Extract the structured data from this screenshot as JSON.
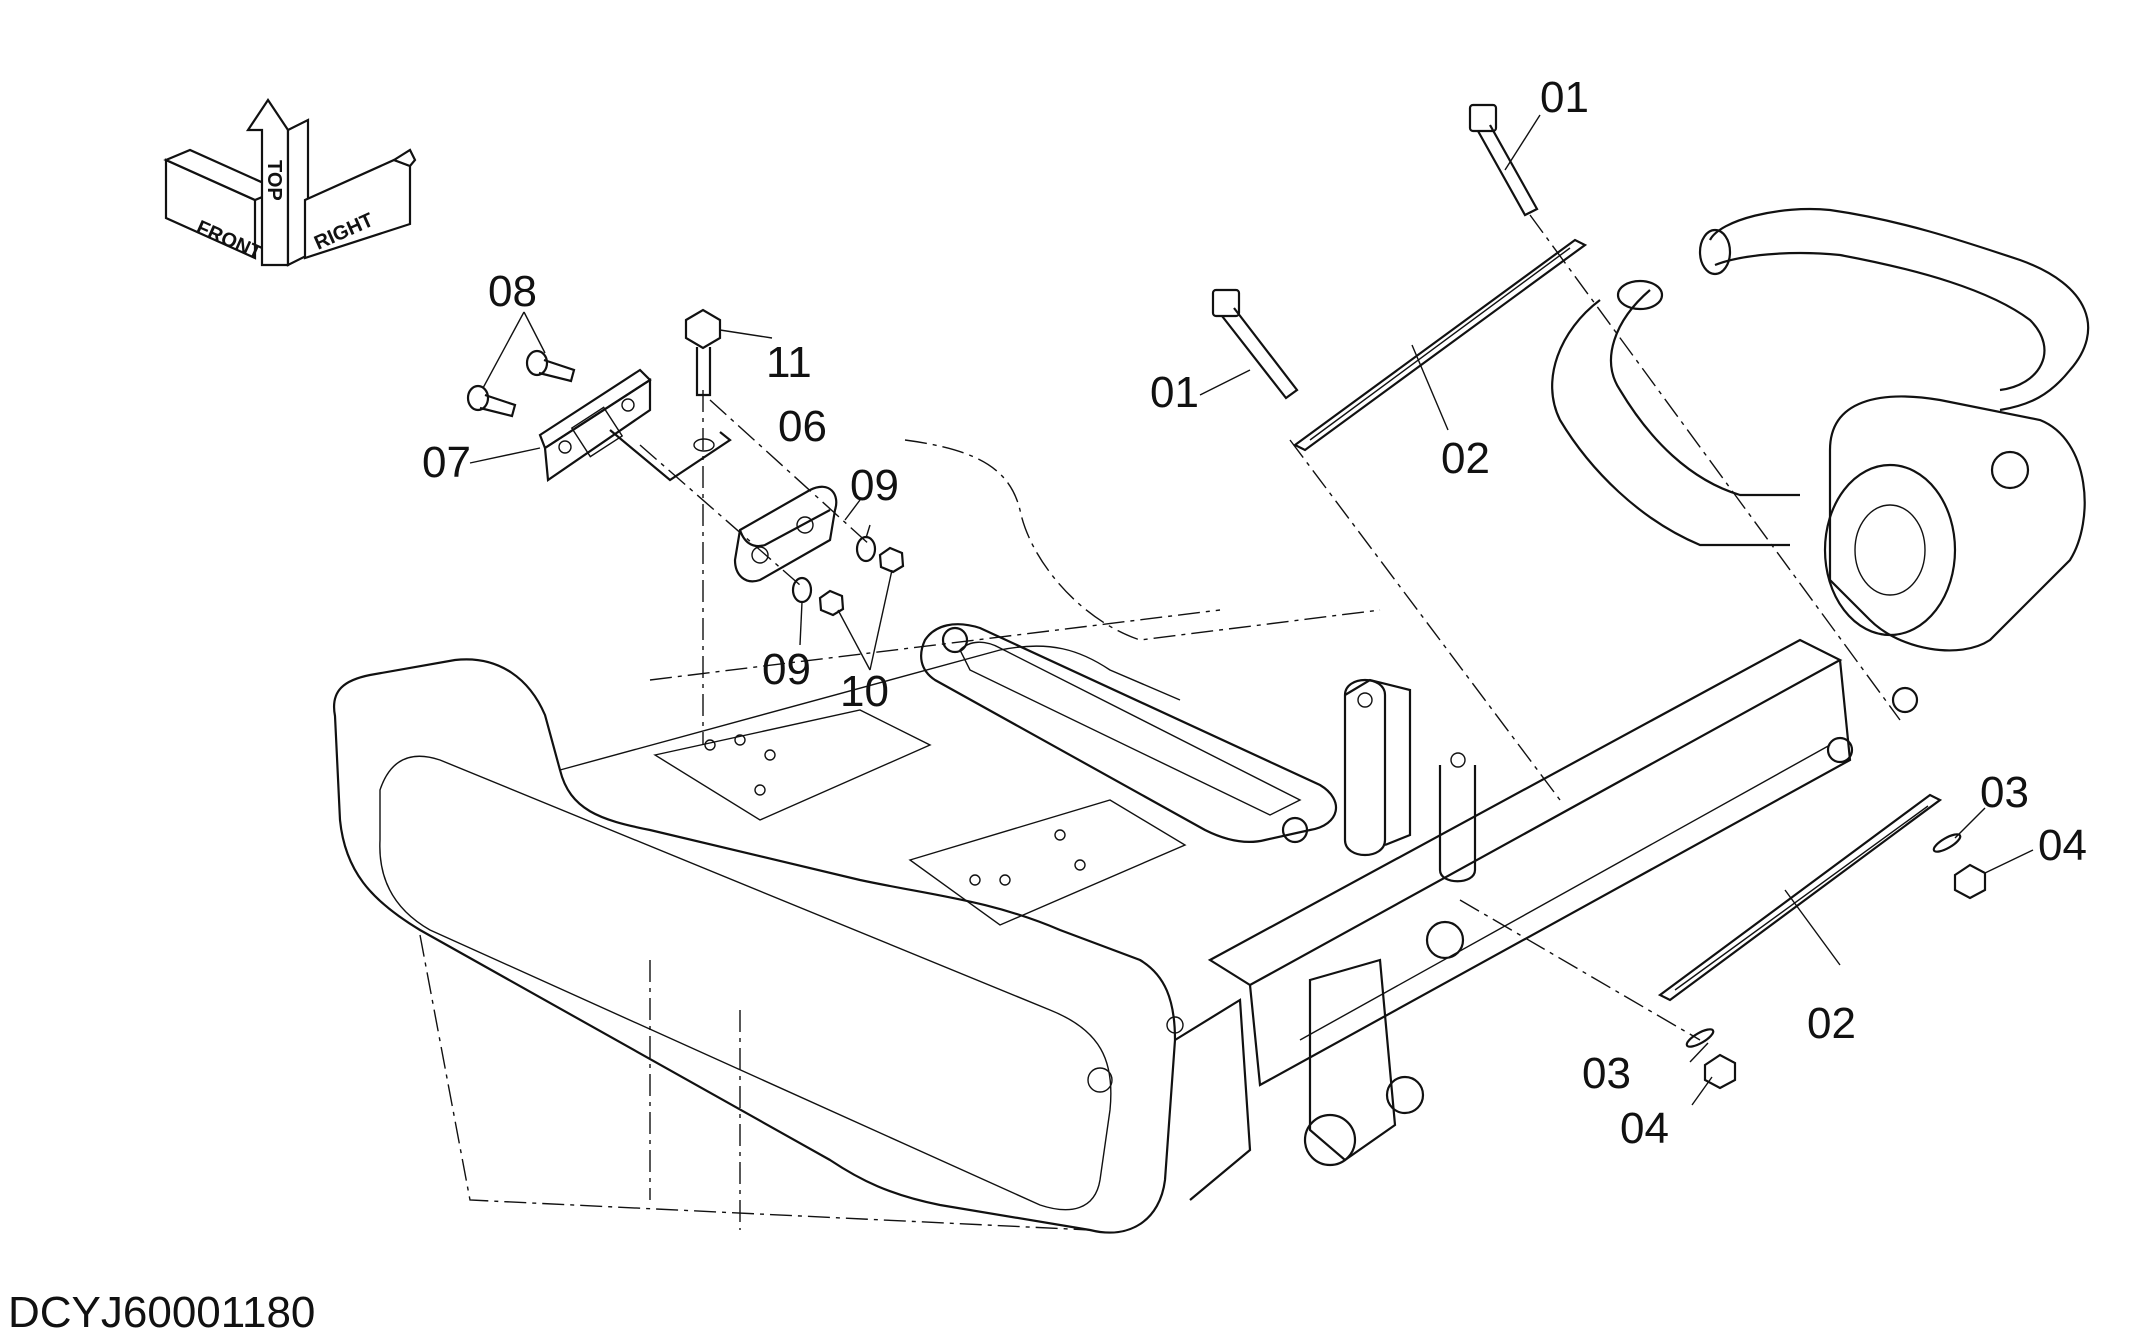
{
  "orientation_indicator": {
    "front_label": "FRONT",
    "top_label": "TOP",
    "right_label": "RIGHT"
  },
  "callouts": {
    "c01a": "01",
    "c01b": "01",
    "c02a": "02",
    "c02b": "02",
    "c03a": "03",
    "c03b": "03",
    "c04a": "04",
    "c04b": "04",
    "c06": "06",
    "c07": "07",
    "c08": "08",
    "c09a": "09",
    "c09b": "09",
    "c10": "10",
    "c11": "11"
  },
  "document_id": "DCYJ60001180"
}
